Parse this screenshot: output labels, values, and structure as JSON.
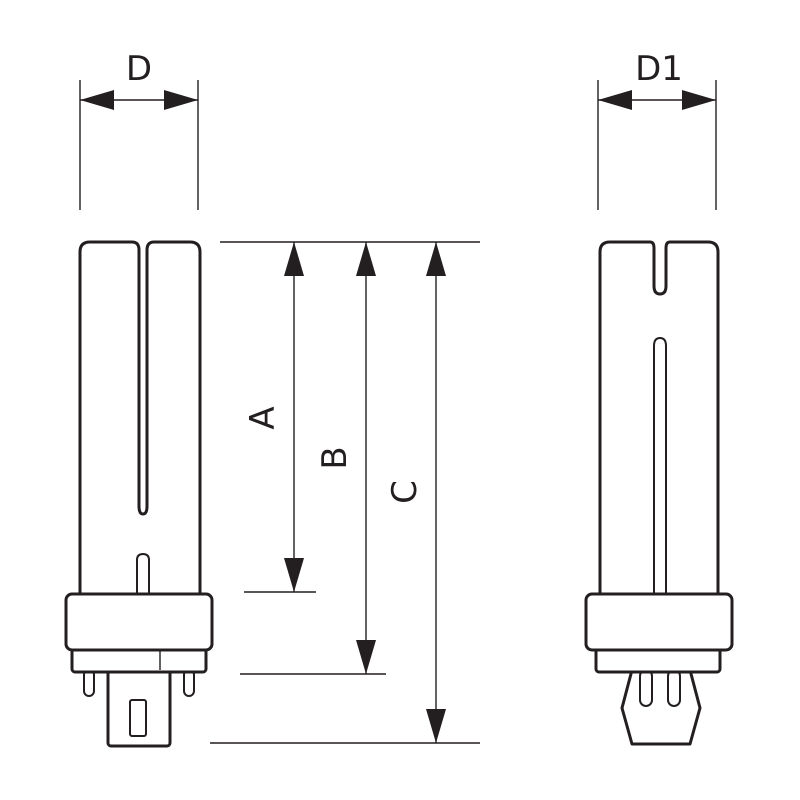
{
  "dimensions": {
    "D": "D",
    "D1": "D1",
    "A": "A",
    "B": "B",
    "C": "C"
  },
  "colors": {
    "line": "#231f20",
    "background": "#ffffff"
  }
}
